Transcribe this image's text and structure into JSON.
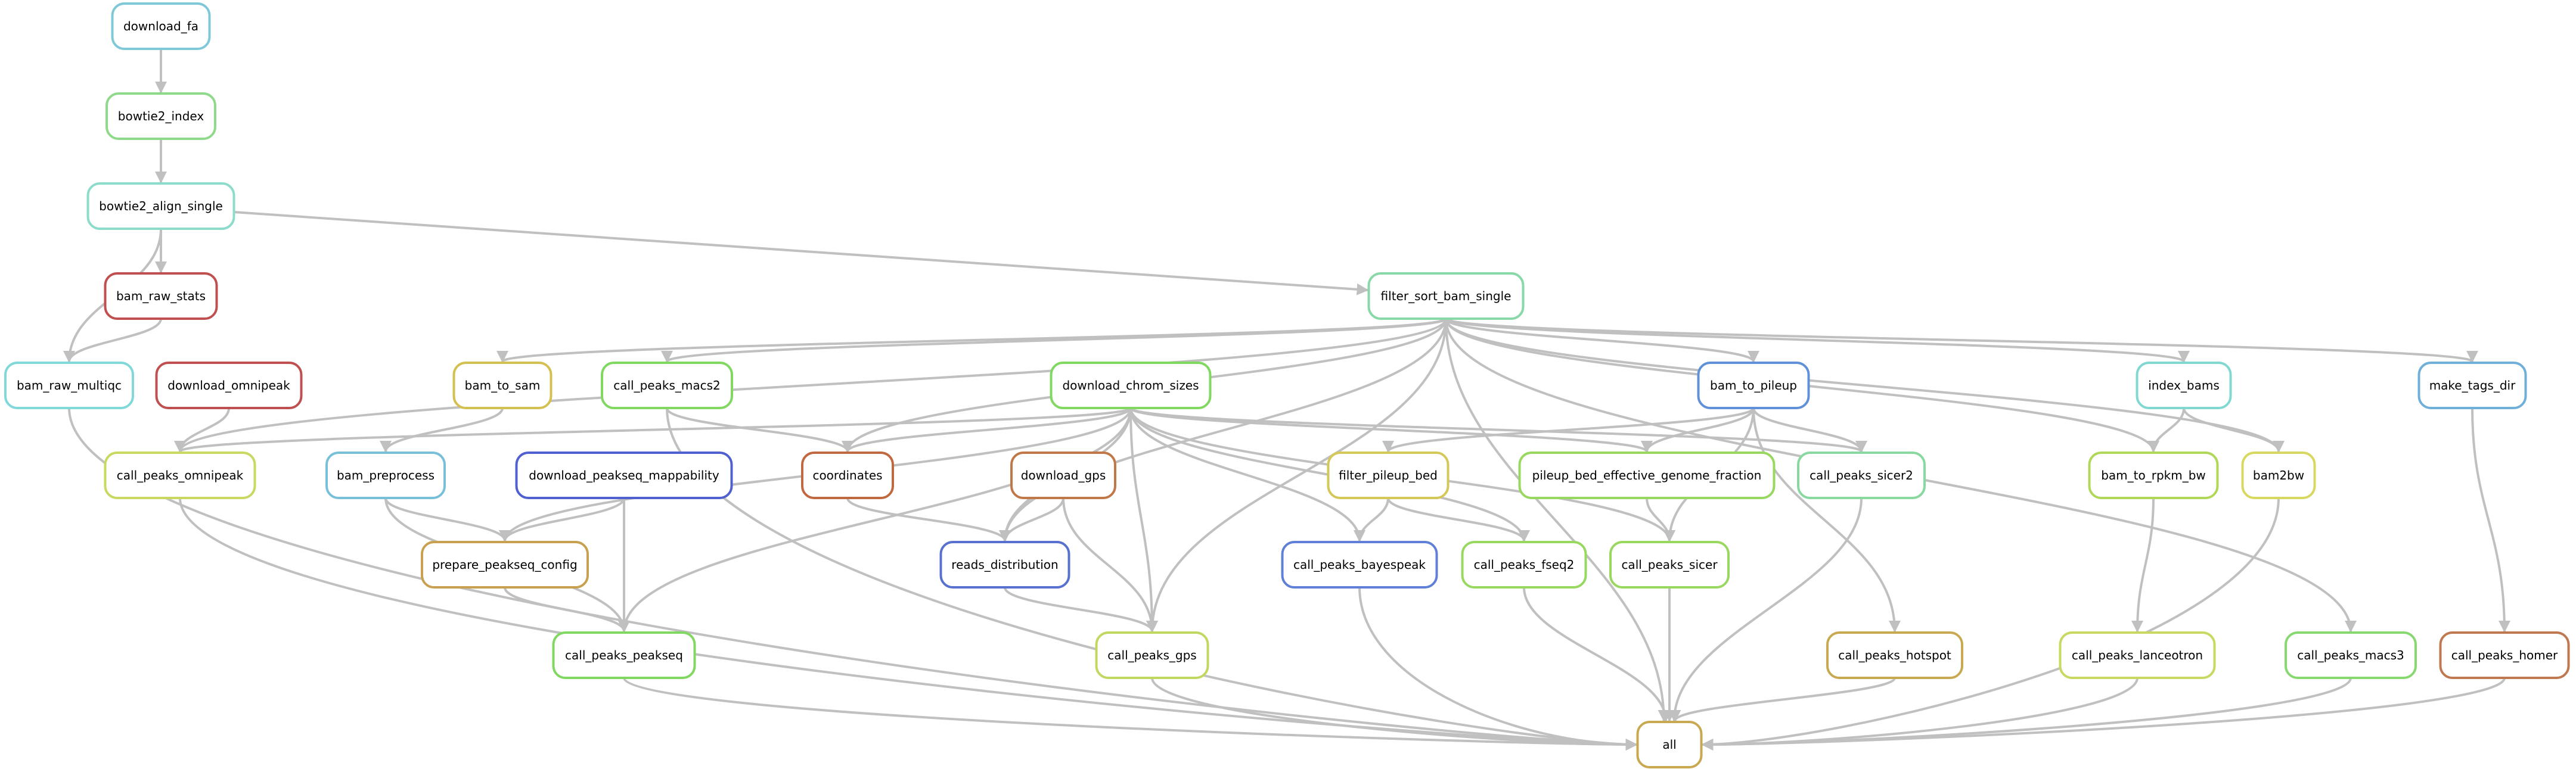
{
  "title": "Snakemake rule graph",
  "edge_color": "#c0c0c0",
  "nodes": [
    {
      "id": "download_fa",
      "label": "download_fa",
      "color": "#7ec8d8"
    },
    {
      "id": "bowtie2_index",
      "label": "bowtie2_index",
      "color": "#8fd98a"
    },
    {
      "id": "bowtie2_align_single",
      "label": "bowtie2_align_single",
      "color": "#8ddccb"
    },
    {
      "id": "bam_raw_stats",
      "label": "bam_raw_stats",
      "color": "#c05050"
    },
    {
      "id": "filter_sort_bam_single",
      "label": "filter_sort_bam_single",
      "color": "#88d8a8"
    },
    {
      "id": "bam_raw_multiqc",
      "label": "bam_raw_multiqc",
      "color": "#80d8d8"
    },
    {
      "id": "download_omnipeak",
      "label": "download_omnipeak",
      "color": "#c05050"
    },
    {
      "id": "bam_to_sam",
      "label": "bam_to_sam",
      "color": "#d4c050"
    },
    {
      "id": "call_peaks_macs2",
      "label": "call_peaks_macs2",
      "color": "#80d860"
    },
    {
      "id": "download_chrom_sizes",
      "label": "download_chrom_sizes",
      "color": "#80d860"
    },
    {
      "id": "bam_to_pileup",
      "label": "bam_to_pileup",
      "color": "#6090d8"
    },
    {
      "id": "index_bams",
      "label": "index_bams",
      "color": "#80d8d0"
    },
    {
      "id": "make_tags_dir",
      "label": "make_tags_dir",
      "color": "#70b0d8"
    },
    {
      "id": "call_peaks_omnipeak",
      "label": "call_peaks_omnipeak",
      "color": "#c8d860"
    },
    {
      "id": "bam_preprocess",
      "label": "bam_preprocess",
      "color": "#78c0d8"
    },
    {
      "id": "download_peakseq_mappability",
      "label": "download_peakseq_mappability",
      "color": "#5060d0"
    },
    {
      "id": "coordinates",
      "label": "coordinates",
      "color": "#c06840"
    },
    {
      "id": "download_gps",
      "label": "download_gps",
      "color": "#c07848"
    },
    {
      "id": "filter_pileup_bed",
      "label": "filter_pileup_bed",
      "color": "#d4c858"
    },
    {
      "id": "pileup_bed_effective_genome_fraction",
      "label": "pileup_bed_effective_genome_fraction",
      "color": "#98d860"
    },
    {
      "id": "call_peaks_sicer2",
      "label": "call_peaks_sicer2",
      "color": "#88d8a0"
    },
    {
      "id": "bam_to_rpkm_bw",
      "label": "bam_to_rpkm_bw",
      "color": "#b0d858"
    },
    {
      "id": "bam2bw",
      "label": "bam2bw",
      "color": "#d8d860"
    },
    {
      "id": "prepare_peakseq_config",
      "label": "prepare_peakseq_config",
      "color": "#c8a050"
    },
    {
      "id": "reads_distribution",
      "label": "reads_distribution",
      "color": "#5870d0"
    },
    {
      "id": "call_peaks_bayespeak",
      "label": "call_peaks_bayespeak",
      "color": "#6080d8"
    },
    {
      "id": "call_peaks_fseq2",
      "label": "call_peaks_fseq2",
      "color": "#98d860"
    },
    {
      "id": "call_peaks_sicer",
      "label": "call_peaks_sicer",
      "color": "#98d860"
    },
    {
      "id": "call_peaks_peakseq",
      "label": "call_peaks_peakseq",
      "color": "#80d860"
    },
    {
      "id": "call_peaks_gps",
      "label": "call_peaks_gps",
      "color": "#c0d860"
    },
    {
      "id": "call_peaks_hotspot",
      "label": "call_peaks_hotspot",
      "color": "#c8a850"
    },
    {
      "id": "call_peaks_lanceotron",
      "label": "call_peaks_lanceotron",
      "color": "#c8d860"
    },
    {
      "id": "call_peaks_macs3",
      "label": "call_peaks_macs3",
      "color": "#88d870"
    },
    {
      "id": "call_peaks_homer",
      "label": "call_peaks_homer",
      "color": "#c07850"
    },
    {
      "id": "all",
      "label": "all",
      "color": "#c8a850"
    }
  ],
  "edges": [
    [
      "download_fa",
      "bowtie2_index"
    ],
    [
      "bowtie2_index",
      "bowtie2_align_single"
    ],
    [
      "bowtie2_align_single",
      "bam_raw_stats"
    ],
    [
      "bowtie2_align_single",
      "bam_raw_multiqc"
    ],
    [
      "bowtie2_align_single",
      "filter_sort_bam_single"
    ],
    [
      "bam_raw_stats",
      "bam_raw_multiqc"
    ],
    [
      "download_omnipeak",
      "call_peaks_omnipeak"
    ],
    [
      "filter_sort_bam_single",
      "call_peaks_omnipeak"
    ],
    [
      "filter_sort_bam_single",
      "bam_to_sam"
    ],
    [
      "filter_sort_bam_single",
      "call_peaks_macs2"
    ],
    [
      "filter_sort_bam_single",
      "coordinates"
    ],
    [
      "filter_sort_bam_single",
      "reads_distribution"
    ],
    [
      "filter_sort_bam_single",
      "call_peaks_gps"
    ],
    [
      "filter_sort_bam_single",
      "bam_to_pileup"
    ],
    [
      "filter_sort_bam_single",
      "index_bams"
    ],
    [
      "filter_sort_bam_single",
      "bam_to_rpkm_bw"
    ],
    [
      "filter_sort_bam_single",
      "bam2bw"
    ],
    [
      "filter_sort_bam_single",
      "call_peaks_macs3"
    ],
    [
      "filter_sort_bam_single",
      "make_tags_dir"
    ],
    [
      "filter_sort_bam_single",
      "all"
    ],
    [
      "download_chrom_sizes",
      "call_peaks_omnipeak"
    ],
    [
      "download_chrom_sizes",
      "prepare_peakseq_config"
    ],
    [
      "download_chrom_sizes",
      "coordinates"
    ],
    [
      "download_chrom_sizes",
      "reads_distribution"
    ],
    [
      "download_chrom_sizes",
      "call_peaks_peakseq"
    ],
    [
      "download_chrom_sizes",
      "call_peaks_gps"
    ],
    [
      "download_chrom_sizes",
      "call_peaks_bayespeak"
    ],
    [
      "download_chrom_sizes",
      "call_peaks_fseq2"
    ],
    [
      "download_chrom_sizes",
      "pileup_bed_effective_genome_fraction"
    ],
    [
      "download_chrom_sizes",
      "call_peaks_sicer2"
    ],
    [
      "download_chrom_sizes",
      "call_peaks_sicer"
    ],
    [
      "bam_to_sam",
      "bam_preprocess"
    ],
    [
      "call_peaks_macs2",
      "coordinates"
    ],
    [
      "call_peaks_macs2",
      "all"
    ],
    [
      "bam_preprocess",
      "prepare_peakseq_config"
    ],
    [
      "bam_preprocess",
      "call_peaks_peakseq"
    ],
    [
      "download_peakseq_mappability",
      "prepare_peakseq_config"
    ],
    [
      "download_peakseq_mappability",
      "call_peaks_peakseq"
    ],
    [
      "prepare_peakseq_config",
      "call_peaks_peakseq"
    ],
    [
      "coordinates",
      "reads_distribution"
    ],
    [
      "download_gps",
      "reads_distribution"
    ],
    [
      "download_gps",
      "call_peaks_gps"
    ],
    [
      "reads_distribution",
      "call_peaks_gps"
    ],
    [
      "bam_to_pileup",
      "filter_pileup_bed"
    ],
    [
      "bam_to_pileup",
      "pileup_bed_effective_genome_fraction"
    ],
    [
      "bam_to_pileup",
      "call_peaks_sicer2"
    ],
    [
      "bam_to_pileup",
      "call_peaks_sicer"
    ],
    [
      "bam_to_pileup",
      "call_peaks_hotspot"
    ],
    [
      "filter_pileup_bed",
      "call_peaks_bayespeak"
    ],
    [
      "filter_pileup_bed",
      "call_peaks_fseq2"
    ],
    [
      "pileup_bed_effective_genome_fraction",
      "call_peaks_sicer"
    ],
    [
      "index_bams",
      "bam_to_rpkm_bw"
    ],
    [
      "index_bams",
      "bam2bw"
    ],
    [
      "bam_to_rpkm_bw",
      "call_peaks_lanceotron"
    ],
    [
      "make_tags_dir",
      "call_peaks_homer"
    ],
    [
      "bam_raw_multiqc",
      "all"
    ],
    [
      "call_peaks_omnipeak",
      "all"
    ],
    [
      "call_peaks_peakseq",
      "all"
    ],
    [
      "call_peaks_gps",
      "all"
    ],
    [
      "call_peaks_bayespeak",
      "all"
    ],
    [
      "call_peaks_fseq2",
      "all"
    ],
    [
      "call_peaks_sicer",
      "all"
    ],
    [
      "call_peaks_sicer2",
      "all"
    ],
    [
      "call_peaks_hotspot",
      "all"
    ],
    [
      "call_peaks_lanceotron",
      "all"
    ],
    [
      "call_peaks_macs3",
      "all"
    ],
    [
      "call_peaks_homer",
      "all"
    ],
    [
      "bam2bw",
      "all"
    ]
  ]
}
